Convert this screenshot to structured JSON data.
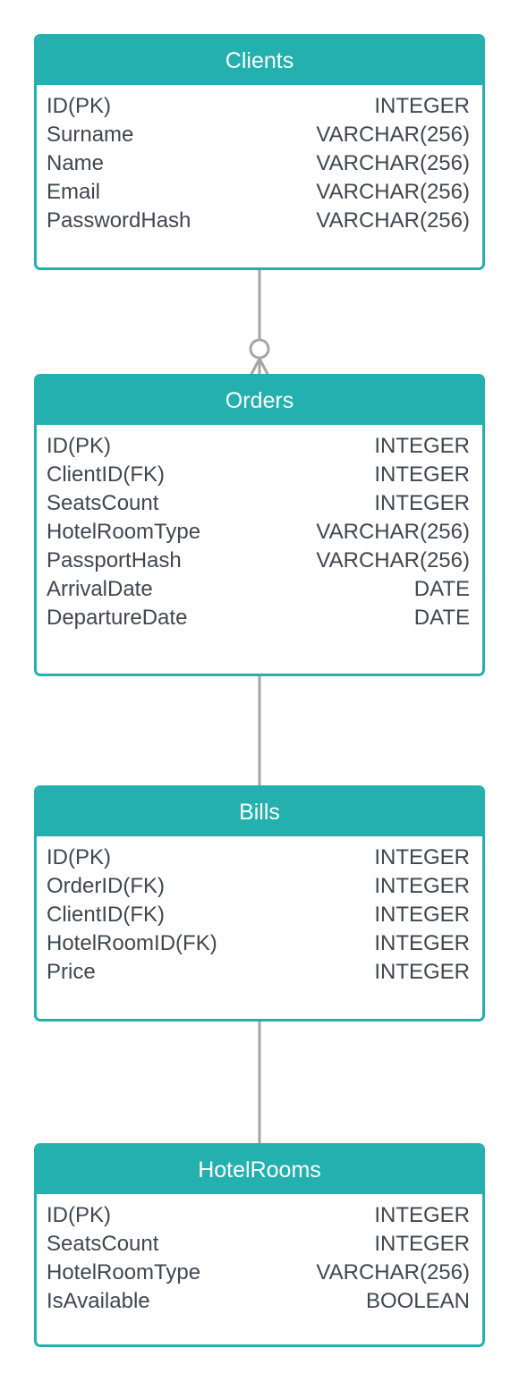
{
  "diagram": {
    "colors": {
      "accent": "#23b0ae",
      "header_text": "#ffffff",
      "field_text": "#3f4750",
      "connector": "#a6a6a6"
    },
    "entities": [
      {
        "id": "clients",
        "title": "Clients",
        "fields": [
          {
            "name": "ID(PK)",
            "type": "INTEGER"
          },
          {
            "name": "Surname",
            "type": "VARCHAR(256)"
          },
          {
            "name": "Name",
            "type": "VARCHAR(256)"
          },
          {
            "name": "Email",
            "type": "VARCHAR(256)"
          },
          {
            "name": "PasswordHash",
            "type": "VARCHAR(256)"
          }
        ]
      },
      {
        "id": "orders",
        "title": "Orders",
        "fields": [
          {
            "name": "ID(PK)",
            "type": "INTEGER"
          },
          {
            "name": "ClientID(FK)",
            "type": "INTEGER"
          },
          {
            "name": "SeatsCount",
            "type": "INTEGER"
          },
          {
            "name": "HotelRoomType",
            "type": "VARCHAR(256)"
          },
          {
            "name": "PassportHash",
            "type": "VARCHAR(256)"
          },
          {
            "name": "ArrivalDate",
            "type": "DATE"
          },
          {
            "name": "DepartureDate",
            "type": "DATE"
          }
        ]
      },
      {
        "id": "bills",
        "title": "Bills",
        "fields": [
          {
            "name": "ID(PK)",
            "type": "INTEGER"
          },
          {
            "name": "OrderID(FK)",
            "type": "INTEGER"
          },
          {
            "name": "ClientID(FK)",
            "type": "INTEGER"
          },
          {
            "name": "HotelRoomID(FK)",
            "type": "INTEGER"
          },
          {
            "name": "Price",
            "type": "INTEGER"
          }
        ]
      },
      {
        "id": "hotelrooms",
        "title": "HotelRooms",
        "fields": [
          {
            "name": "ID(PK)",
            "type": "INTEGER"
          },
          {
            "name": "SeatsCount",
            "type": "INTEGER"
          },
          {
            "name": "HotelRoomType",
            "type": "VARCHAR(256)"
          },
          {
            "name": "IsAvailable",
            "type": "BOOLEAN"
          }
        ]
      }
    ],
    "relationships": [
      {
        "from": "clients",
        "to": "orders",
        "to_end": "zero-or-many"
      },
      {
        "from": "orders",
        "to": "bills",
        "to_end": "plain"
      },
      {
        "from": "bills",
        "to": "hotelrooms",
        "to_end": "plain"
      }
    ]
  }
}
